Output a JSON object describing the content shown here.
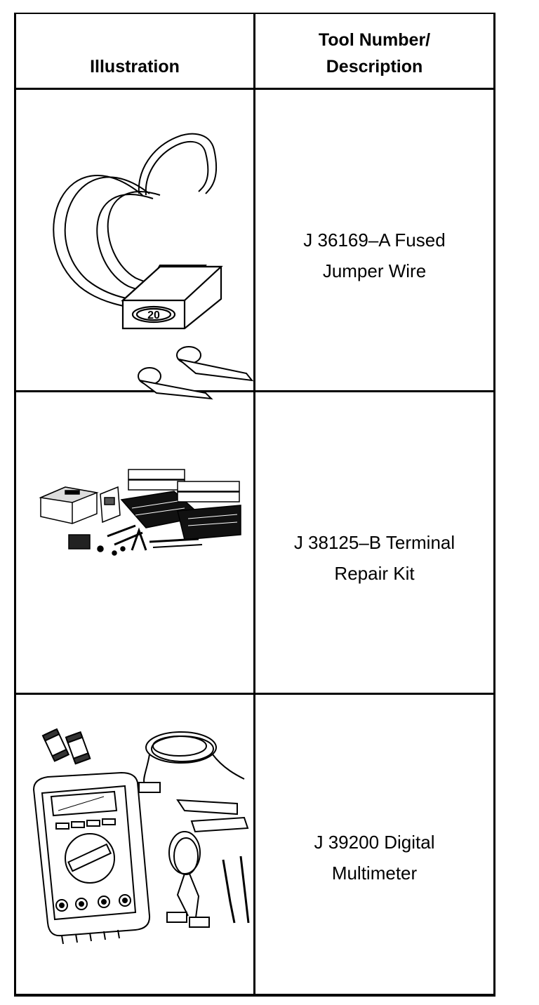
{
  "header": {
    "illustration": "Illustration",
    "tool_line1": "Tool Number/",
    "tool_line2": "Description"
  },
  "rows": [
    {
      "line1": "J 36169–A Fused",
      "line2": "Jumper Wire",
      "icon": "fused-jumper-wire-icon",
      "fuse_label": "20"
    },
    {
      "line1": "J 38125–B Terminal",
      "line2": "Repair Kit",
      "icon": "terminal-repair-kit-icon"
    },
    {
      "line1": "J 39200 Digital",
      "line2": "Multimeter",
      "icon": "digital-multimeter-icon"
    }
  ]
}
